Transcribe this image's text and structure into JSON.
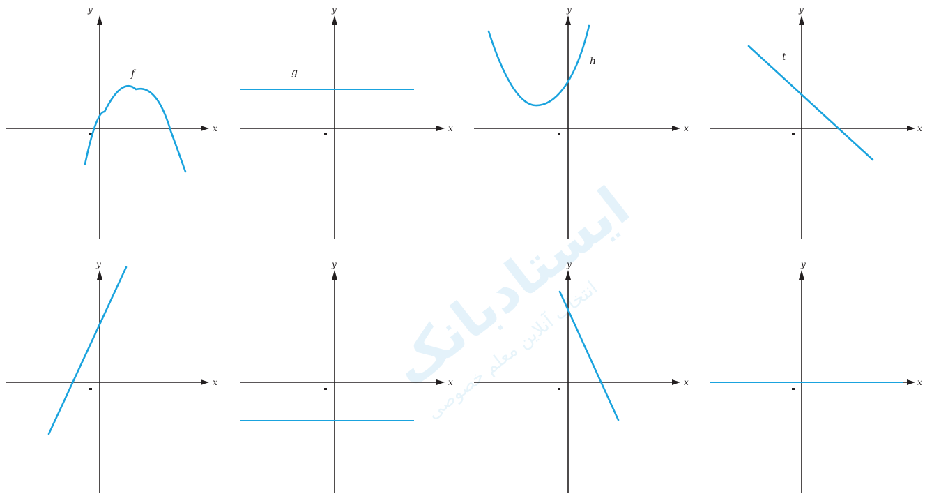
{
  "panels": [
    {
      "id": "p1",
      "x_axis_label": "x",
      "y_axis_label": "y",
      "function_label": "f",
      "curve": "downward-parabola"
    },
    {
      "id": "p2",
      "x_axis_label": "x",
      "y_axis_label": "y",
      "function_label": "g",
      "curve": "horizontal-line-above-axis"
    },
    {
      "id": "p3",
      "x_axis_label": "x",
      "y_axis_label": "y",
      "function_label": "h",
      "curve": "upward-parabola"
    },
    {
      "id": "p4",
      "x_axis_label": "x",
      "y_axis_label": "y",
      "function_label": "t",
      "curve": "decreasing-line"
    },
    {
      "id": "p5",
      "x_axis_label": "x",
      "y_axis_label": "y",
      "function_label": "",
      "curve": "increasing-line"
    },
    {
      "id": "p6",
      "x_axis_label": "x",
      "y_axis_label": "y",
      "function_label": "",
      "curve": "horizontal-line-below-axis"
    },
    {
      "id": "p7",
      "x_axis_label": "x",
      "y_axis_label": "y",
      "function_label": "",
      "curve": "steep-decreasing-line"
    },
    {
      "id": "p8",
      "x_axis_label": "x",
      "y_axis_label": "y",
      "function_label": "",
      "curve": "horizontal-line-on-axis"
    }
  ],
  "colors": {
    "curve": "#1aa3de",
    "axis": "#231f20",
    "watermark": "#cfe8f6"
  },
  "watermark": {
    "main": "ایستادبانک",
    "sub": "انتخاب آنلاین معلم خصوصی"
  }
}
